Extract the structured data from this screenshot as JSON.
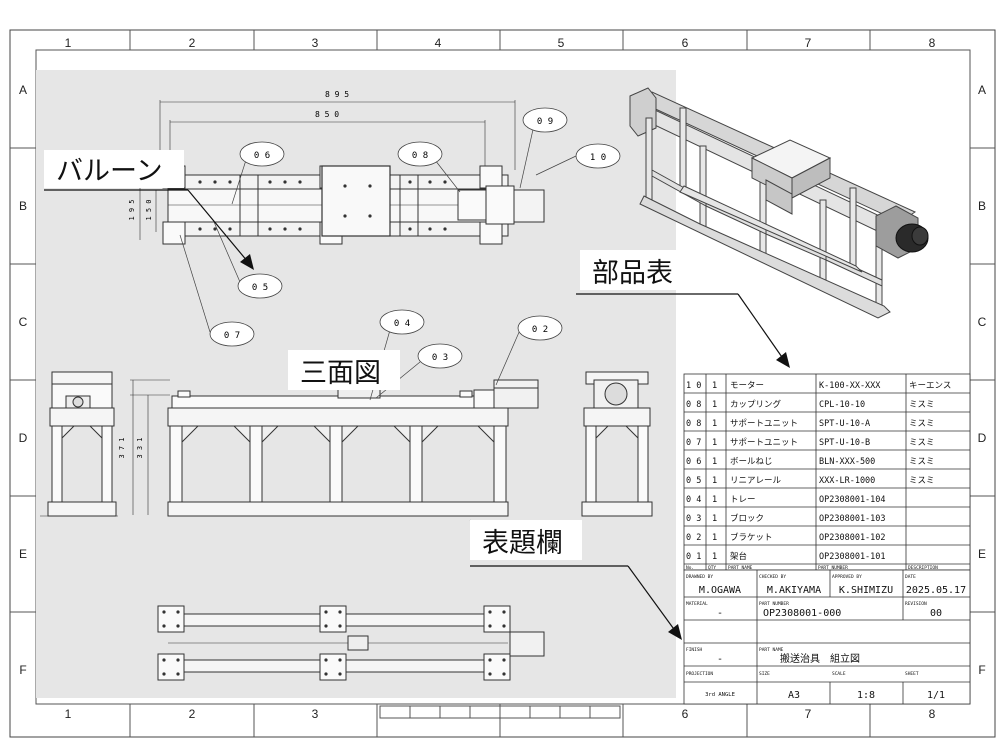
{
  "zones": {
    "columns": [
      "1",
      "2",
      "3",
      "4",
      "5",
      "6",
      "7",
      "8"
    ],
    "rows": [
      "A",
      "B",
      "C",
      "D",
      "E",
      "F"
    ]
  },
  "dimensions": {
    "top_overall": "8 9 5",
    "top_inner": "8 5 0",
    "top_height_outer": "1 9 5",
    "top_height_inner": "1 5 0",
    "front_height_outer": "3 7 1",
    "front_height_inner": "3 3 1"
  },
  "balloons": [
    "0 9",
    "1 0",
    "0 6",
    "0 8",
    "0 5",
    "0 7",
    "0 4",
    "0 2",
    "0 3"
  ],
  "callouts": {
    "balloon": "バルーン",
    "bom": "部品表",
    "three_view": "三面図",
    "title_block": "表題欄"
  },
  "bom": {
    "header": [
      "No.",
      "QTY",
      "PART NAME",
      "PART NUMBER",
      "DESCRIPTION"
    ],
    "rows": [
      [
        "1 0",
        "1",
        "モーター",
        "K-100-XX-XXX",
        "キーエンス"
      ],
      [
        "0 8",
        "1",
        "カップリング",
        "CPL-10-10",
        "ミスミ"
      ],
      [
        "0 8",
        "1",
        "サポートユニット",
        "SPT-U-10-A",
        "ミスミ"
      ],
      [
        "0 7",
        "1",
        "サポートユニット",
        "SPT-U-10-B",
        "ミスミ"
      ],
      [
        "0 6",
        "1",
        "ボールねじ",
        "BLN-XXX-500",
        "ミスミ"
      ],
      [
        "0 5",
        "1",
        "リニアレール",
        "XXX-LR-1000",
        "ミスミ"
      ],
      [
        "0 4",
        "1",
        "トレー",
        "OP2308001-104",
        ""
      ],
      [
        "0 3",
        "1",
        "ブロック",
        "OP2308001-103",
        ""
      ],
      [
        "0 2",
        "1",
        "ブラケット",
        "OP2308001-102",
        ""
      ],
      [
        "0 1",
        "1",
        "架台",
        "OP2308001-101",
        ""
      ]
    ]
  },
  "title_block": {
    "drawn_by_label": "DRAWNED BY",
    "drawn_by": "M.OGAWA",
    "checked_by_label": "CHECKED BY",
    "checked_by": "M.AKIYAMA",
    "approved_by_label": "APPROVED BY",
    "approved_by": "K.SHIMIZU",
    "date_label": "DATE",
    "date": "2025.05.17",
    "material_label": "MATERIAL",
    "material": "-",
    "part_number_label": "PART NUMBER",
    "part_number": "OP2308001-000",
    "revision_label": "REVISION",
    "revision": "00",
    "finish_label": "FINISH",
    "finish": "-",
    "part_name_label": "PART NAME",
    "part_name": "搬送治具　組立図",
    "projection_label": "PROJECTION",
    "projection": "3rd ANGLE",
    "size_label": "SIZE",
    "size": "A3",
    "scale_label": "SCALE",
    "scale": "1:8",
    "sheet_label": "SHEET",
    "sheet": "1/1"
  }
}
